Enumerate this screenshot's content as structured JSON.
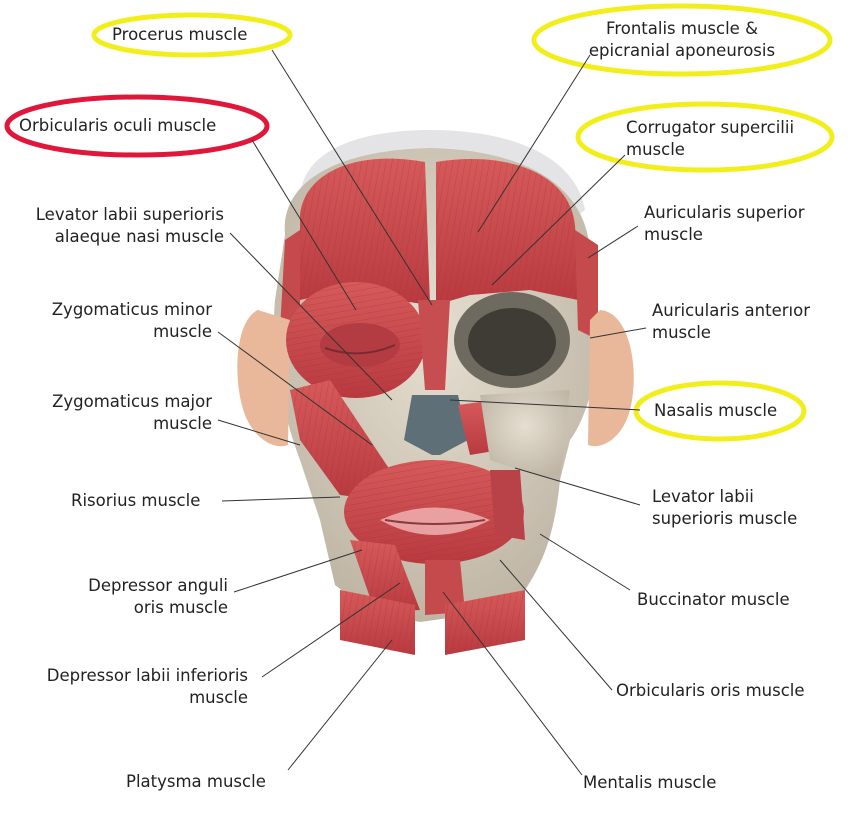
{
  "labels": {
    "procerus": "Procerus muscle",
    "orbicularis_oculi": "Orbicularis oculi muscle",
    "levator_alaeque_1": "Levator labii superioris",
    "levator_alaeque_2": "alaeque nasi muscle",
    "zyg_minor_1": "Zygomaticus minor",
    "zyg_minor_2": "muscle",
    "zyg_major_1": "Zygomaticus major",
    "zyg_major_2": "muscle",
    "risorius": "Risorius muscle",
    "dep_anguli_1": "Depressor anguli",
    "dep_anguli_2": "oris muscle",
    "dep_labii_1": "Depressor labii inferioris",
    "dep_labii_2": "muscle",
    "platysma": "Platysma muscle",
    "frontalis_1": "Frontalis muscle &",
    "frontalis_2": "epicranial aponeurosis",
    "corrugator_1": "Corrugator supercilii",
    "corrugator_2": "muscle",
    "aur_sup_1": "Auricularis superior",
    "aur_sup_2": "muscle",
    "aur_ant_1": "Auricularis anterıor",
    "aur_ant_2": "muscle",
    "nasalis": "Nasalis muscle",
    "lev_labii_1": "Levator labii",
    "lev_labii_2": "superioris muscle",
    "buccinator": "Buccinator muscle",
    "orb_oris": "Orbicularis oris muscle",
    "mentalis": "Mentalis muscle"
  },
  "highlight_colors": {
    "yellow": "#f2ee1c",
    "red": "#e0173a"
  },
  "colors": {
    "muscle": "#c8474a",
    "muscle_dark": "#9e2e33",
    "bone": "#d9d2c4",
    "skin": "#e9b79a"
  }
}
